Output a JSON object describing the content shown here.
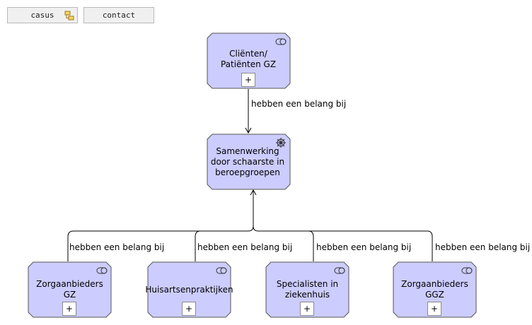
{
  "toolbar": {
    "casus_label": "casus",
    "contact_label": "contact"
  },
  "colors": {
    "node_fill": "#ccccff",
    "node_stroke": "#555555",
    "edge": "#000000"
  },
  "nodes": {
    "clienten": {
      "label": "Cliënten/ Patiënten GZ",
      "expand": "+"
    },
    "samenwerking": {
      "label": "Samenwerking door schaarste in beroepgroepen"
    },
    "zorgaanbieders_gz": {
      "label": "Zorgaanbieders GZ",
      "expand": "+"
    },
    "huisartsen": {
      "label": "Huisartsenpraktijken",
      "expand": "+"
    },
    "specialisten": {
      "label": "Specialisten in ziekenhuis",
      "expand": "+"
    },
    "zorgaanbieders_ggz": {
      "label": "Zorgaanbieders GGZ",
      "expand": "+"
    }
  },
  "edges": {
    "e1": "hebben een belang bij",
    "e2": "hebben een belang bij",
    "e3": "hebben een belang bij",
    "e4": "hebben een belang bij",
    "e5": "hebben een belang bij"
  }
}
